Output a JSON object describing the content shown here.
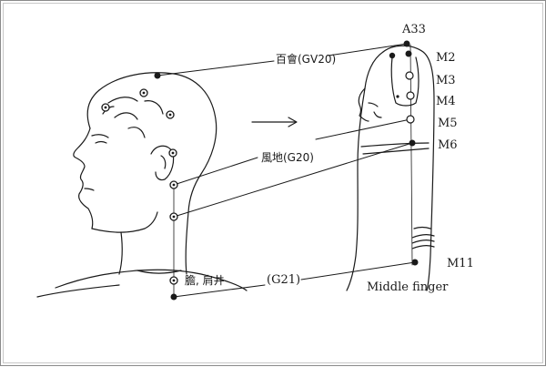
{
  "head_labels": {
    "baihui": "百會(GV20)",
    "fengchi": "風地(G20)",
    "jianjing_cn": "膽, 肩井",
    "g21": "(G21)"
  },
  "finger_labels": {
    "a33": "A33",
    "m2": "M2",
    "m3": "M3",
    "m4": "M4",
    "m5": "M5",
    "m6": "M6",
    "m11": "M11",
    "caption": "Middle finger"
  },
  "colors": {
    "ink": "#1a1a1a",
    "background": "#ffffff",
    "frame": "#8a8a8a"
  }
}
